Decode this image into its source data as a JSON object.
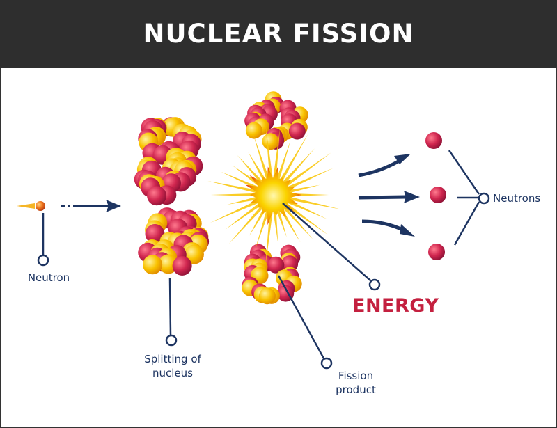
{
  "title": "NUCLEAR FISSION",
  "labels": {
    "neutron": "Neutron",
    "splitting": "Splitting of\nnucleus",
    "fission_product": "Fission\nproduct",
    "neutrons": "Neutrons",
    "energy": "ENERGY"
  },
  "colors": {
    "header_bg": "#2e2e2e",
    "proton": "#c8244c",
    "neutron_particle": "#f7b500",
    "line": "#1d3461",
    "energy_text": "#c4203f",
    "burst": "#f9c80e"
  }
}
